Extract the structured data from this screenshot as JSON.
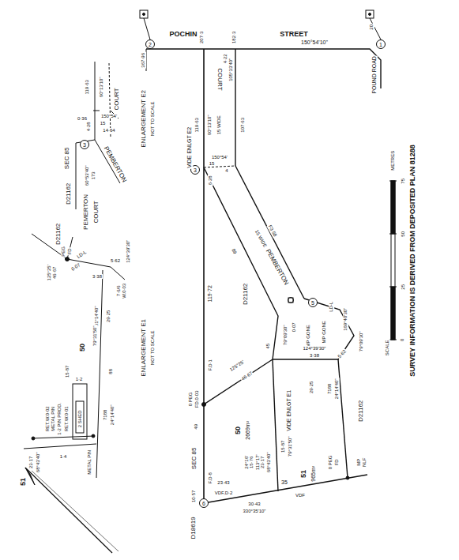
{
  "diagram": {
    "nodes": [
      {
        "text": [
          "2"
        ]
      },
      {
        "text": [
          "1"
        ]
      },
      {
        "text": [
          "3"
        ]
      },
      {
        "text": [
          "5"
        ]
      },
      {
        "text": [
          "6"
        ]
      },
      {
        "text": [
          "3"
        ]
      }
    ],
    "labels": [
      "POCHIN",
      "STREET",
      "207·3",
      "182·3",
      "367·96",
      "150°54'10\"",
      "20",
      "POUND ROAD",
      "COURT",
      "4·22",
      "105°33'40\"",
      "119·63",
      "60°13'10\"",
      "15 WIDE",
      "107·63",
      "VIDE ENLGT E2",
      "150°54'",
      "15",
      "6·28",
      "4",
      "F3·58",
      "15 WIDE",
      "PEMBERTON",
      "89",
      "119·72",
      "D21162",
      "LD-L",
      "169°40'30\"",
      "MP GONE",
      "MP GONE",
      "79°09'30\"",
      "0·07",
      "124°39'30\"",
      "3·38",
      "79°09'30\"",
      "5·62",
      "45",
      "125°25'",
      "46·67",
      "0 PEG",
      "FD.0·03",
      "F.D·1",
      "VIDE ENLGT E1",
      "50",
      "2669m²",
      "51",
      "965m²",
      "29·25",
      "7188",
      "24°14'40\"",
      "D21162",
      "15·87",
      "79°31'50\"",
      "68°43'40\"",
      "23·17",
      "113°17'",
      "15·76",
      "24°16'",
      "SEC 85",
      "49",
      "F.D·8",
      "10·57",
      "23·43",
      "VDF,D·2",
      "35",
      "30·43",
      "330°35'10\"",
      "VDF",
      "0 PEG",
      "FD",
      "MP",
      "NLF",
      "D18619",
      "0",
      "25",
      "50",
      "75",
      "METRES",
      "SCALE",
      "SURVEY INFORMATION IS DERIVED FROM DEPOSITED PLAN 81288",
      "ENLARGEMENT E2",
      "NOT TO SCALE",
      "119·63",
      "60°13'10\"",
      "COURT",
      "150°54'",
      "15",
      "14·64",
      "0·36",
      "4·28",
      "PEMBERTON",
      "SEC 85",
      "60°53'40\"",
      "173",
      "D21162",
      "ENLARGEMENT E1",
      "NOT TO SCALE",
      "D21162",
      "125°25'",
      "46·67",
      "PEG",
      "FD",
      "PEMERTON",
      "COURT",
      "LD-L",
      "0·07",
      "124°39'30\"",
      "3·38",
      "5·62",
      "7·6/6",
      "W.0·03",
      "61°14'40\"",
      "29·25",
      "88",
      "50",
      "7188",
      "24°14'40\"",
      "15·87",
      "79°31'50\"",
      "METAL PIN",
      "1·2",
      "2 SHED",
      "RET.W.0·01",
      "1·2 PIN PROD.",
      "METAL PIN",
      "RET.W.0·02",
      "68°43'40\"",
      "23·17",
      "1·4",
      "51"
    ]
  }
}
